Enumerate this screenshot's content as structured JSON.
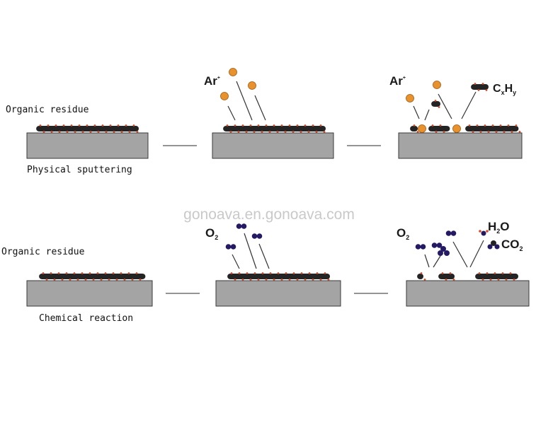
{
  "labels": {
    "organic_residue_top": "Organic residue",
    "physical_sputtering": "Physical sputtering",
    "organic_residue_bottom": "Organic residue",
    "chemical_reaction": "Chemical reaction",
    "watermark": "gonoava.en.gonoava.com"
  },
  "chem": {
    "ar_1": "Ar",
    "ar_1_sup": "+",
    "ar_2": "Ar",
    "ar_2_sup": "+",
    "cxhy_c": "C",
    "cxhy_x": "x",
    "cxhy_h": "H",
    "cxhy_y": "y",
    "o2_1": "O",
    "o2_1_sub": "2",
    "o2_2": "O",
    "o2_2_sub": "2",
    "h2o_h": "H",
    "h2o_sub": "2",
    "h2o_o": "O",
    "co2": "CO",
    "co2_sub": "2"
  },
  "colors": {
    "substrate": "#a4a4a4",
    "substrate_border": "#3a3a3a",
    "residue": "#242424",
    "argon": "#e8922e",
    "oxygen": "#241a63",
    "red_dot": "#d24a2a",
    "connector": "#555555"
  }
}
